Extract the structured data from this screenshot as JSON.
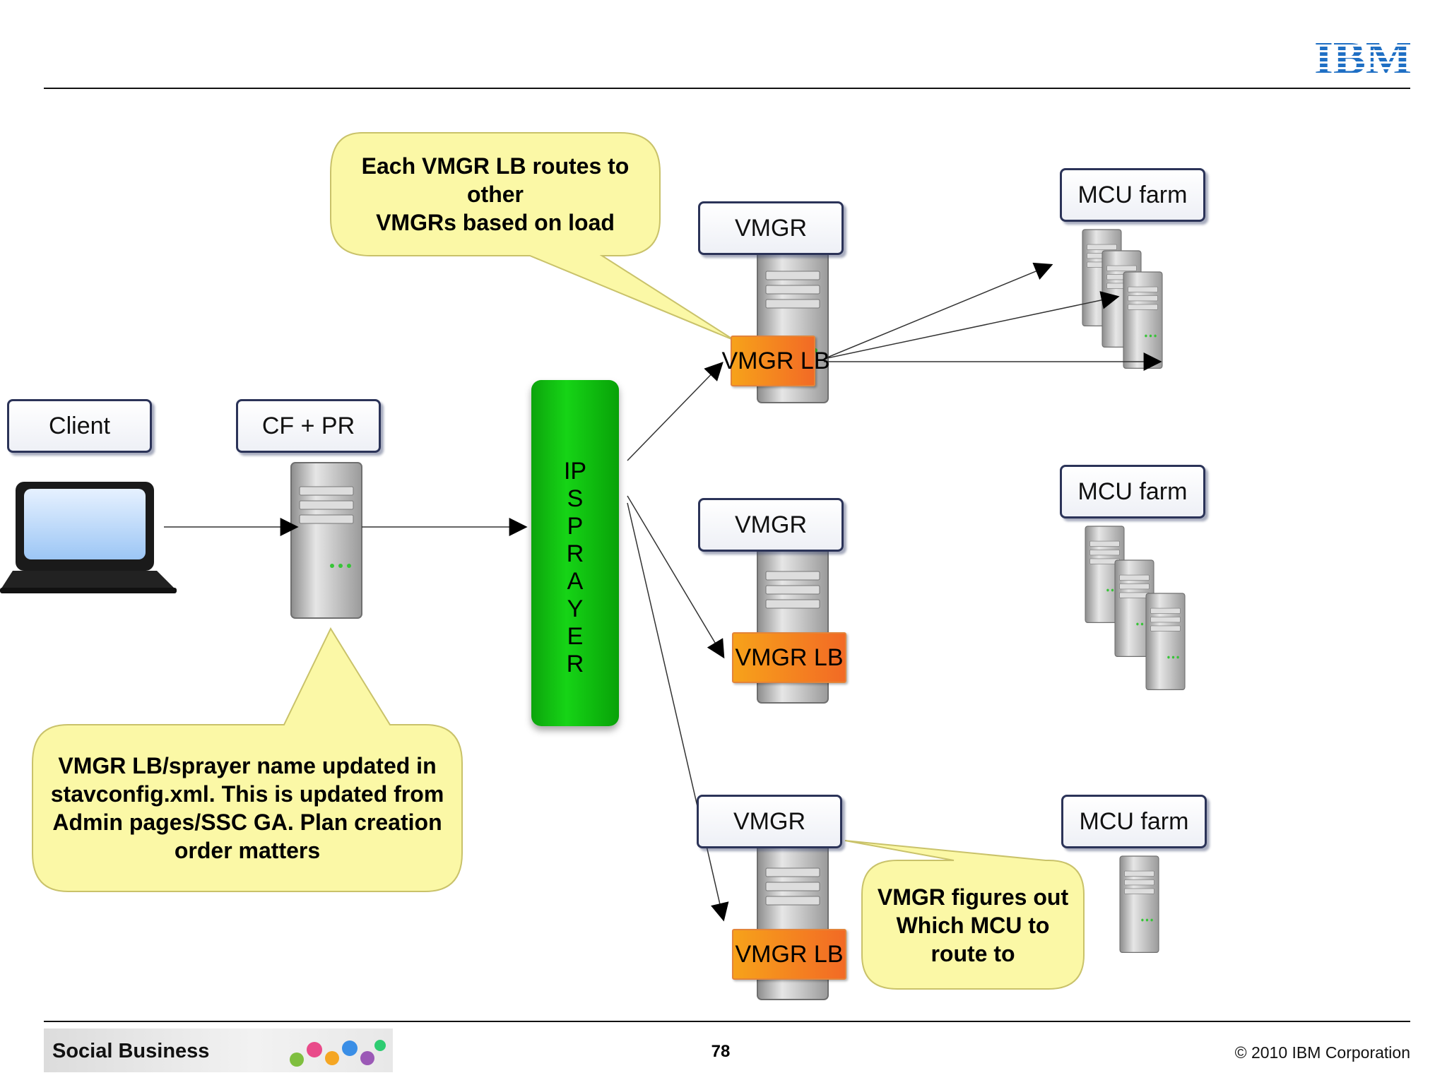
{
  "logo": {
    "text": "IBM",
    "color": "#1f6fc4"
  },
  "labels": {
    "client": "Client",
    "cf_pr": "CF + PR",
    "vmgr_1": "VMGR",
    "vmgr_2": "VMGR",
    "vmgr_3": "VMGR",
    "mcu_1": "MCU farm",
    "mcu_2": "MCU farm",
    "mcu_3": "MCU farm",
    "vmgr_lb_1": "VMGR LB",
    "vmgr_lb_2": "VMGR LB",
    "vmgr_lb_3": "VMGR LB",
    "sprayer": "IP\nS\nP\nR\nA\nY\nE\nR"
  },
  "callouts": {
    "top": [
      "Each VMGR LB routes to",
      "other",
      "VMGRs based on load"
    ],
    "left": [
      "VMGR LB/sprayer name updated in",
      "stavconfig.xml. This is updated from",
      "Admin pages/SSC GA. Plan creation",
      "order matters"
    ],
    "bottom_right": [
      "VMGR figures out",
      "Which MCU to",
      "route to"
    ]
  },
  "footer": {
    "brand": "Social Business",
    "page_number": "78",
    "copyright": "© 2010 IBM Corporation"
  },
  "colors": {
    "sprayer": "#12c012",
    "vmgr_lb": "#f58a1f",
    "callout": "#fbf8a6",
    "box_border": "#2b3358"
  }
}
